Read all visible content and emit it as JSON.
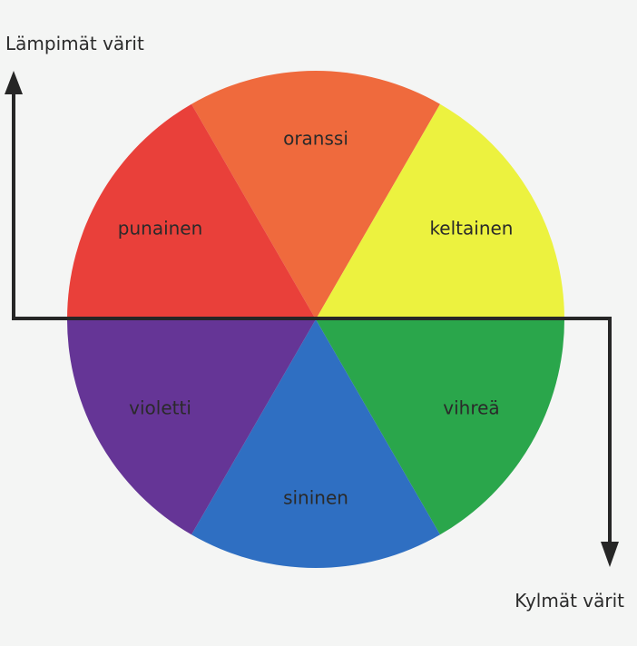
{
  "axis_labels": {
    "warm": "Lämpimät värit",
    "cold": "Kylmät värit"
  },
  "colors": {
    "background": "#f4f5f4",
    "axis_line": "#262626"
  },
  "segments": [
    {
      "key": "orange",
      "label": "oranssi",
      "color": "#ef6a3d",
      "start_deg": -120,
      "end_deg": -60
    },
    {
      "key": "yellow",
      "label": "keltainen",
      "color": "#ecf23f",
      "start_deg": -60,
      "end_deg": 0
    },
    {
      "key": "green",
      "label": "vihreä",
      "color": "#2aa64b",
      "start_deg": 0,
      "end_deg": 60
    },
    {
      "key": "blue",
      "label": "sininen",
      "color": "#2f6fc2",
      "start_deg": 60,
      "end_deg": 120
    },
    {
      "key": "violet",
      "label": "violetti",
      "color": "#653596",
      "start_deg": 120,
      "end_deg": 180
    },
    {
      "key": "red",
      "label": "punainen",
      "color": "#e9403a",
      "start_deg": 180,
      "end_deg": 240
    }
  ]
}
